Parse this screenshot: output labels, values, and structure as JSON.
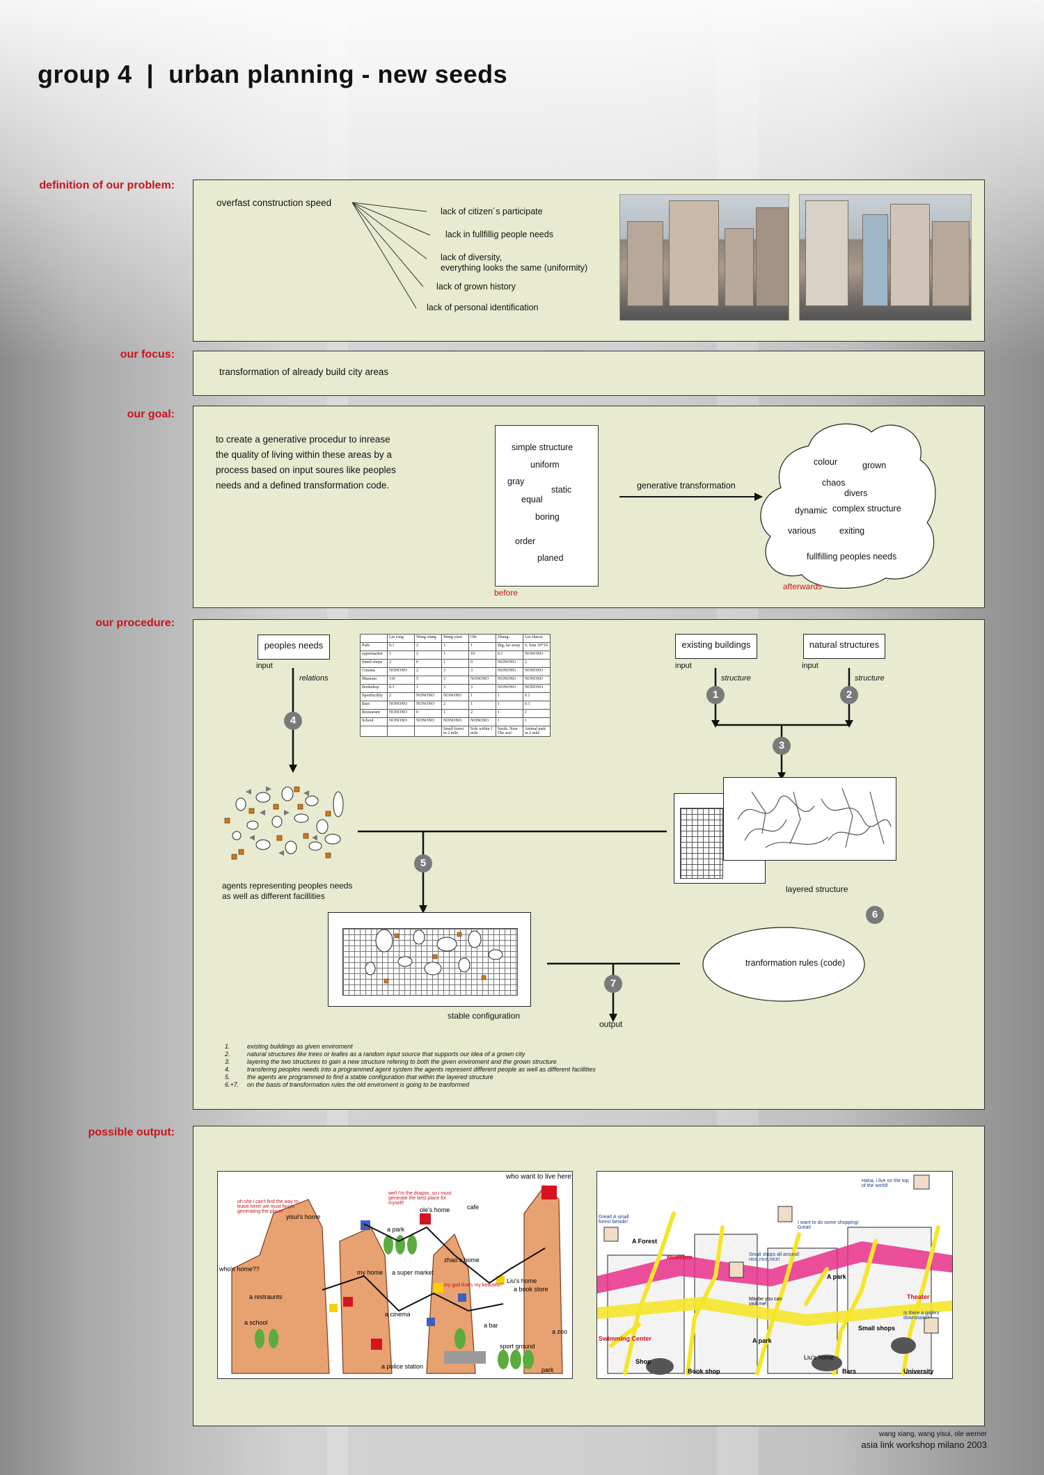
{
  "header": {
    "title": "group 4  |  urban planning - new seeds"
  },
  "labels": {
    "problem": "definition of our problem:",
    "focus": "our focus:",
    "goal": "our goal:",
    "procedure": "our procedure:",
    "output": "possible output:"
  },
  "problem": {
    "root": "overfast construction speed",
    "branches": [
      "lack of citizen´s participate",
      "lack in fullfillig people needs",
      "lack of diversity,",
      "everything looks the same (uniformity)",
      "lack of grown history",
      "lack of personal identification"
    ]
  },
  "focus": {
    "text": "transformation of already build city areas"
  },
  "goal": {
    "lines": [
      "to create a generative procedur to inrease",
      "the quality of living within these areas by a",
      "process based on input soures like peoples",
      "needs and a defined transformation code."
    ],
    "before_words": [
      "simple  structure",
      "uniform",
      "gray",
      "static",
      "equal",
      "boring",
      "order",
      "planed"
    ],
    "before_caption": "before",
    "arrow_label": "generative transformation",
    "after_words": [
      "colour",
      "grown",
      "chaos",
      "divers",
      "dynamic",
      "complex structure",
      "various",
      "exiting",
      "fullfilling peoples needs"
    ],
    "after_caption": "afterwards"
  },
  "procedure": {
    "peoples_needs": "peoples needs",
    "existing_buildings": "existing buildings",
    "natural_structures": "natural structures",
    "input": "input",
    "relations": "relations",
    "structure": "structure",
    "agents_caption_1": "agents representing peoples needs",
    "agents_caption_2": "as well as different facillities",
    "layered_caption": "layered structure",
    "stable_caption": "stable configuration",
    "rules": "tranformation rules (code)",
    "output": "output",
    "steps": [
      "1",
      "2",
      "3",
      "4",
      "5",
      "6",
      "7"
    ],
    "table": {
      "header": [
        "",
        "Liu rong",
        "Wang xiang",
        "Wang yisui",
        "Ole",
        "Zhang-",
        "Liu zhaoxi"
      ],
      "rows": [
        [
          "Park",
          "0.1",
          "2",
          "1",
          "1",
          "Big, far away",
          "0, Size 10*10"
        ],
        [
          "supermarket",
          "1",
          "2",
          "1",
          "10",
          "0.1",
          "NONONO"
        ],
        [
          "Small shops",
          "2",
          "0",
          "1",
          "0",
          "NONONO",
          "2"
        ],
        [
          "Cinema",
          "NONONO",
          "2",
          "3",
          "3",
          "NONONO",
          "NONONO"
        ],
        [
          "Museum",
          "3-8",
          "5",
          "3",
          "NONONO",
          "NONONO",
          "NONONO"
        ],
        [
          "Bookshop",
          "0.3",
          "1",
          "3",
          "3",
          "NONONO",
          "NONONO"
        ],
        [
          "Sportfacility",
          "2",
          "NONONO",
          "NONONO",
          "1",
          "1",
          "0.1"
        ],
        [
          "Bars",
          "NONONO",
          "NONONO",
          "2",
          "1",
          "1",
          "0.1"
        ],
        [
          "Restaurant",
          "NONONO",
          "0",
          "1",
          "2",
          "1",
          "1"
        ],
        [
          "School",
          "NONONO",
          "NONONO",
          "NONONO",
          "NONONO",
          "1",
          "1"
        ],
        [
          "",
          "",
          "",
          "Small forest in 2 mile",
          "Sole within 1 mile",
          "Seeds: Near The sea!",
          "Animal park in 2 mile"
        ]
      ]
    },
    "notes": [
      [
        "1.",
        "existing buildings as given enviroment"
      ],
      [
        "2.",
        "natural structures like trees or leafes as a random input source that supports our idea of a grown city"
      ],
      [
        "3.",
        "layering the two structures to gain a new structure refering to both the given enviroment and the grown structure"
      ],
      [
        "4.",
        "transfering peoples needs into a programmed agent system the agents represent different people as well as different facillities"
      ],
      [
        "5.",
        "the agents are programmed to find a stable configuration that within the layered structure"
      ],
      [
        "6.+7.",
        "on the basis of transformation rules the old enviroment is going to be tranformed"
      ]
    ]
  },
  "output": {
    "left_labels": [
      "who want to live here?",
      "oh shit i can't find the way to leave here! we must forgot generating the place!",
      "yisui's home",
      "well I'm the dragon, so i must generate the best place for myself!",
      "ole's home",
      "cafe",
      "a park",
      "who's home??",
      "zhao's home",
      "a restraunts",
      "my home",
      "a super market",
      "my god that's my beautiful?",
      "Liu's home",
      "a book store",
      "a school",
      "a cinema",
      "a bar",
      "a zoo",
      "sport ground",
      "a police station",
      "park"
    ],
    "right_labels": [
      "Haha, i live on the top of the world!",
      "Great! A small forest beside!",
      "A Forest",
      "I want to do some shopping! Great!",
      "Museum",
      "Small shops all around! nice,nice,nice!",
      "A park",
      "Maybe you can visit me!",
      "Theater",
      "Swimming Center",
      "A park",
      "Is there a gallery downstairs?",
      "Small shops",
      "Liu's home",
      "Shop",
      "Book shop",
      "Bars",
      "University"
    ]
  },
  "credits": {
    "names": "wang xiang, wang yisui, ole werner",
    "workshop": "asia link workshop milano 2003"
  },
  "colors": {
    "accent": "#c8141c",
    "panel": "#e8ebcf",
    "step": "#7a7a7a",
    "agent": "#d9780f",
    "highlight_yellow": "#f5e52a",
    "highlight_pink": "#e8308a"
  }
}
